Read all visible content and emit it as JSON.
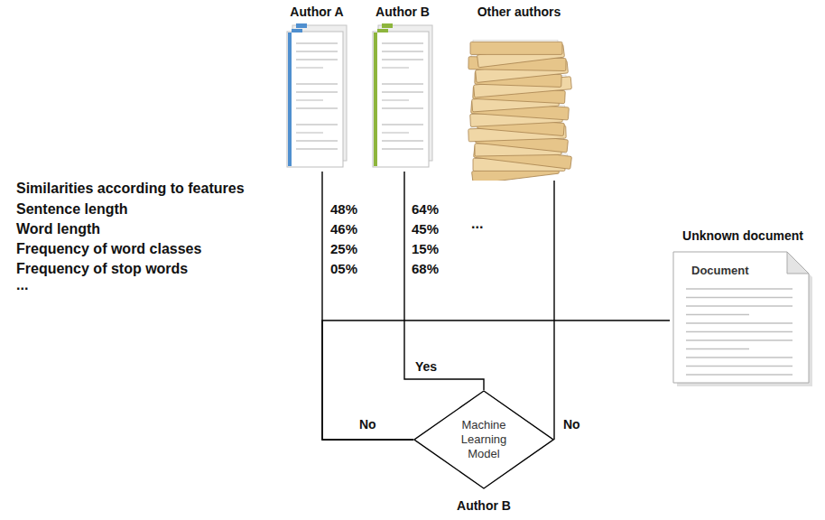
{
  "diagram": {
    "nodes": [
      {
        "text": [
          "Author A"
        ]
      },
      {
        "text": [
          "Author B"
        ]
      },
      {
        "text": [
          "Other authors"
        ]
      },
      {
        "text": [
          "Unknown document",
          "Document"
        ]
      },
      {
        "text": [
          "Machine Learning Model"
        ]
      }
    ],
    "edges": [
      {
        "from": 0,
        "to": 4,
        "label": "No",
        "arrow": "none"
      },
      {
        "from": 1,
        "to": 4,
        "label": "Yes",
        "arrow": "none"
      },
      {
        "from": 2,
        "to": 4,
        "label": "No",
        "arrow": "none"
      },
      {
        "from": 3,
        "to": 4,
        "arrow": "none"
      }
    ],
    "labels": [
      "Similarities according to features",
      "Sentence length",
      "Word length",
      "Frequency of word classes",
      "Frequency of stop words",
      "...",
      "48%",
      "46%",
      "25%",
      "05%",
      "64%",
      "45%",
      "15%",
      "68%",
      "...",
      "Author B"
    ]
  }
}
